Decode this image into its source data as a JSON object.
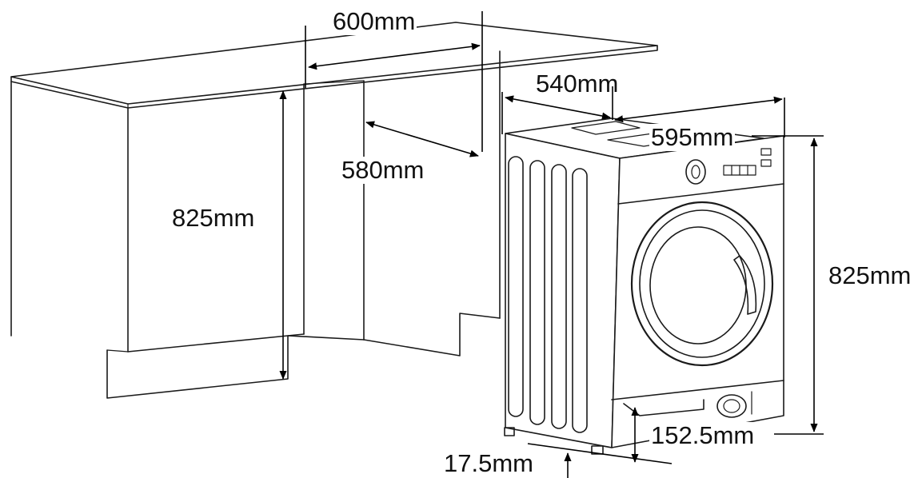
{
  "dimensions": {
    "cabinet_width": "600mm",
    "cabinet_depth": "580mm",
    "cabinet_height": "825mm",
    "machine_depth": "540mm",
    "machine_width": "595mm",
    "machine_height": "825mm",
    "plinth_height": "152.5mm",
    "foot_height": "17.5mm"
  }
}
